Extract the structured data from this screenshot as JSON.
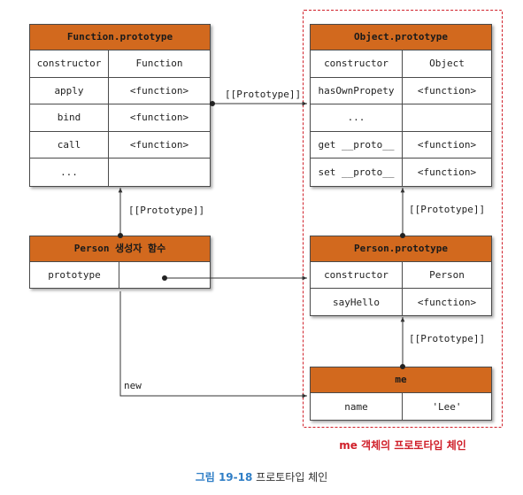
{
  "function_prototype": {
    "title": "Function.prototype",
    "rows": [
      {
        "key": "constructor",
        "value": "Function"
      },
      {
        "key": "apply",
        "value": "<function>"
      },
      {
        "key": "bind",
        "value": "<function>"
      },
      {
        "key": "call",
        "value": "<function>"
      },
      {
        "key": "...",
        "value": ""
      }
    ]
  },
  "object_prototype": {
    "title": "Object.prototype",
    "rows": [
      {
        "key": "constructor",
        "value": "Object"
      },
      {
        "key": "hasOwnPropety",
        "value": "<function>"
      },
      {
        "key": "...",
        "value": ""
      },
      {
        "key": "get __proto__",
        "value": "<function>"
      },
      {
        "key": "set __proto__",
        "value": "<function>"
      }
    ]
  },
  "person_constructor": {
    "title": "Person 생성자 함수",
    "rows": [
      {
        "key": "prototype",
        "value": ""
      }
    ]
  },
  "person_prototype": {
    "title": "Person.prototype",
    "rows": [
      {
        "key": "constructor",
        "value": "Person"
      },
      {
        "key": "sayHello",
        "value": "<function>"
      }
    ]
  },
  "me": {
    "title": "me",
    "rows": [
      {
        "key": "name",
        "value": "'Lee'"
      }
    ]
  },
  "links": {
    "proto_function_to_object": "[[Prototype]]",
    "proto_person_to_function": "[[Prototype]]",
    "proto_personproto_to_object": "[[Prototype]]",
    "proto_me_to_personproto": "[[Prototype]]",
    "new_label": "new"
  },
  "highlight_caption": "me 객체의 프로토타입 체인",
  "figure": {
    "number": "그림 19-18",
    "title": "프로토타입 체인"
  },
  "colors": {
    "header": "#d2691e",
    "highlight": "#d0202a",
    "figure_number": "#2f7ec6"
  }
}
